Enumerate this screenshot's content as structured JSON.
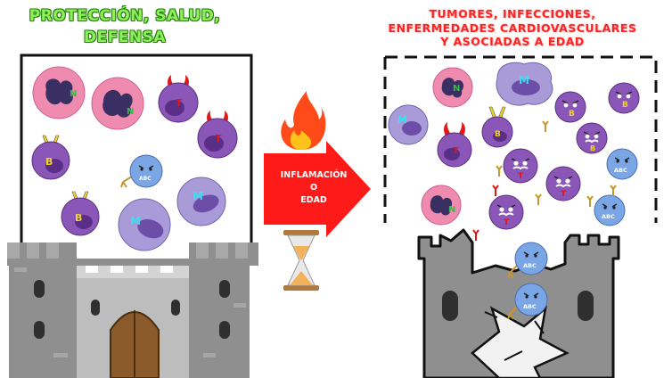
{
  "left_title": {
    "line1": "PROTECCIÓN, SALUD,",
    "line2": "DEFENSA"
  },
  "right_title": {
    "line1": "TUMORES, INFECCIONES,",
    "line2": "ENFERMEDADES CARDIOVASCULARES",
    "line3": "Y ASOCIADAS A EDAD"
  },
  "arrow": {
    "line1": "INFLAMACIÓN",
    "line2": "O",
    "line3": "EDAD"
  },
  "cells": {
    "neutrophil": "N",
    "tcell": "T",
    "bcell": "B",
    "macrophage": "M",
    "antibody_cell": "ABC"
  },
  "colors": {
    "left_title": "#8ef05a",
    "right_title": "#ff2222",
    "arrow": "#ff1a1a",
    "neutrophil": "#f08bb0",
    "lymphocyte": "#8a56b8",
    "macrophage": "#a99ad8",
    "abc_cell": "#7aa6e6",
    "castle": "#8f8f8f"
  },
  "icons": [
    "fire-icon",
    "hourglass-icon",
    "castle-icon",
    "ruined-castle-icon"
  ]
}
